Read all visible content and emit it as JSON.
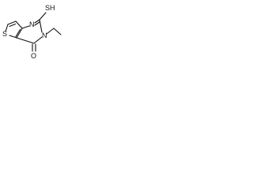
{
  "molecule": {
    "atoms": {
      "sulfur_ring": "S",
      "nitrogen_top": "N",
      "thiol": "SH",
      "nitrogen_ethyl": "N",
      "carbonyl_oxygen": "O"
    }
  }
}
